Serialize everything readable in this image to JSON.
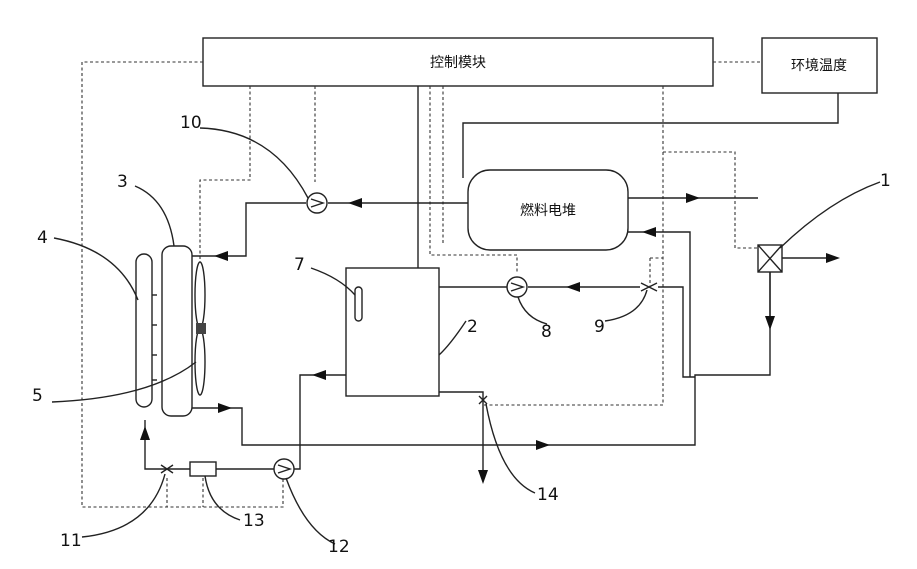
{
  "modules": {
    "control_label": "控制模块",
    "ambient_temp_label": "环境温度",
    "fuel_cell_label": "燃料电堆"
  },
  "callouts": [
    "1",
    "2",
    "3",
    "4",
    "5",
    "7",
    "8",
    "9",
    "10",
    "11",
    "12",
    "13",
    "14"
  ]
}
